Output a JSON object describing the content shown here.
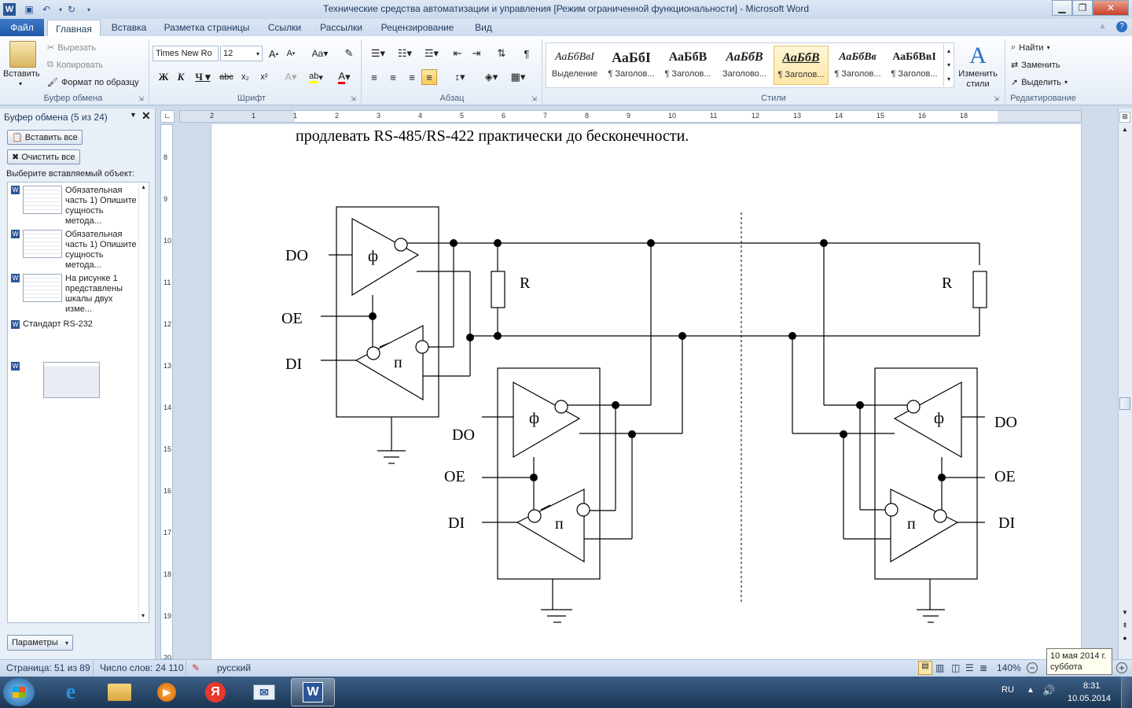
{
  "window": {
    "title": "Технические средства автоматизации и управления [Режим ограниченной функциональности] - Microsoft Word",
    "app_icon": "W"
  },
  "tabs": [
    "Файл",
    "Главная",
    "Вставка",
    "Разметка страницы",
    "Ссылки",
    "Рассылки",
    "Рецензирование",
    "Вид"
  ],
  "ribbon": {
    "clipboard": {
      "paste": "Вставить",
      "cut": "Вырезать",
      "copy": "Копировать",
      "format_painter": "Формат по образцу",
      "label": "Буфер обмена"
    },
    "font": {
      "name": "Times New Ro",
      "size": "12",
      "label": "Шрифт"
    },
    "paragraph": {
      "label": "Абзац"
    },
    "styles": {
      "label": "Стили",
      "items": [
        {
          "sample": "АаБбВвІ",
          "name": "Выделение"
        },
        {
          "sample": "АаБбІ",
          "name": "¶ Заголов..."
        },
        {
          "sample": "АаБбВ",
          "name": "¶ Заголов..."
        },
        {
          "sample": "АаБбВ",
          "name": "Заголово..."
        },
        {
          "sample": "АаБбВ",
          "name": "¶ Заголов..."
        },
        {
          "sample": "АаБбВв",
          "name": "¶ Заголов..."
        },
        {
          "sample": "АаБбВвІ",
          "name": "¶ Заголов..."
        }
      ],
      "change": "Изменить стили"
    },
    "editing": {
      "label": "Редактирование",
      "find": "Найти",
      "replace": "Заменить",
      "select": "Выделить"
    }
  },
  "clipboard_pane": {
    "title": "Буфер обмена (5 из 24)",
    "paste_all": "Вставить все",
    "clear_all": "Очистить все",
    "prompt": "Выберите вставляемый объект:",
    "items": [
      {
        "l1": "Обязательная",
        "l2": "часть 1) Опишите",
        "l3": "сущность метода..."
      },
      {
        "l1": "Обязательная",
        "l2": "часть 1) Опишите",
        "l3": "сущность метода..."
      },
      {
        "l1": "На рисунке 1",
        "l2": "представлены",
        "l3": "шкалы двух изме..."
      }
    ],
    "text_item": "Стандарт RS-232",
    "options": "Параметры"
  },
  "ruler": {
    "h": [
      "2",
      "1",
      "1",
      "2",
      "3",
      "4",
      "5",
      "6",
      "7",
      "8",
      "9",
      "10",
      "11",
      "12",
      "13",
      "14",
      "15",
      "16",
      "18"
    ],
    "v": [
      "8",
      "9",
      "10",
      "11",
      "12",
      "13",
      "14",
      "15",
      "16",
      "17",
      "18",
      "19",
      "20"
    ]
  },
  "document": {
    "text_line": "продлевать RS-485/RS-422 практически до бесконечности."
  },
  "diagram": {
    "labels": {
      "do": "DO",
      "oe": "OE",
      "di": "DI",
      "r": "R",
      "phi": "ф",
      "pi": "п"
    }
  },
  "status": {
    "page": "Страница: 51 из 89",
    "words": "Число слов: 24 110",
    "lang": "русский",
    "zoom": "140%"
  },
  "tooltip": {
    "date": "10 мая 2014 г.",
    "day": "суббота"
  },
  "taskbar": {
    "lang": "RU",
    "time": "8:31",
    "date": "10.05.2014",
    "yandex": "Я"
  },
  "colors": {
    "accent": "#2b5797",
    "file_tab": "#2358a8"
  }
}
